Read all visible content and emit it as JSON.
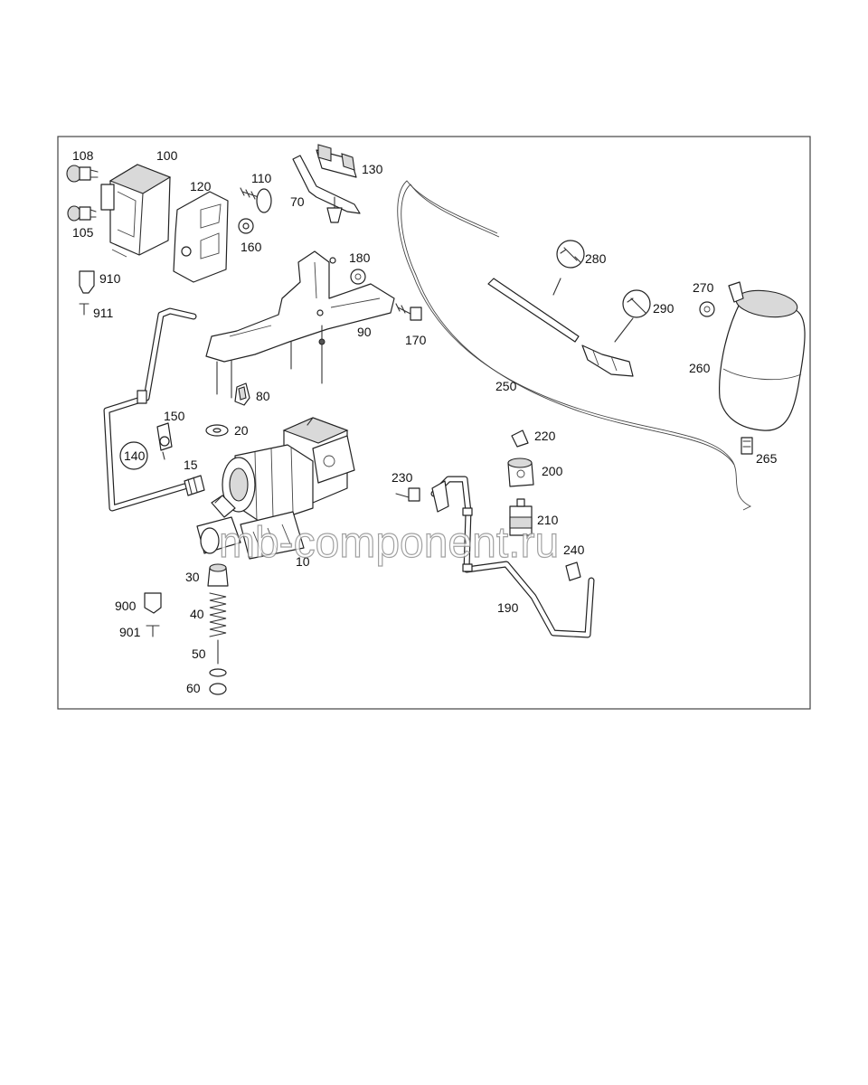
{
  "labels": {
    "p108": "108",
    "p100": "100",
    "p105": "105",
    "p910": "910",
    "p911": "911",
    "p120": "120",
    "p110": "110",
    "p160": "160",
    "p70": "70",
    "p130": "130",
    "p180": "180",
    "p90": "90",
    "p170": "170",
    "p80": "80",
    "p150": "150",
    "p140": "140",
    "p20": "20",
    "p15": "15",
    "p10": "10",
    "p30": "30",
    "p40": "40",
    "p50": "50",
    "p60": "60",
    "p900": "900",
    "p901": "901",
    "p280": "280",
    "p290": "290",
    "p250": "250",
    "p270": "270",
    "p260": "260",
    "p265": "265",
    "p220": "220",
    "p200": "200",
    "p230": "230",
    "p210": "210",
    "p240": "240",
    "p190": "190"
  },
  "watermark": "mb-component.ru",
  "icons": {
    "wrench_280": "wrench-icon",
    "wrench_290": "wrench-icon"
  }
}
